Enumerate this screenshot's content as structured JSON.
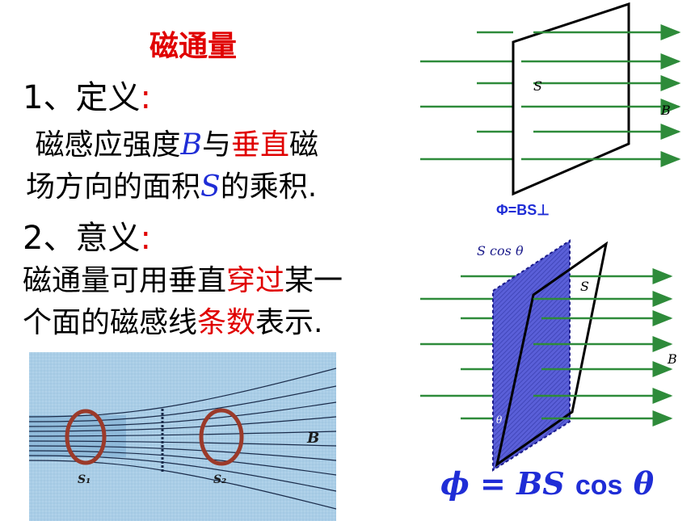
{
  "title": "磁通量",
  "section1": {
    "heading": "1、定义",
    "colon": ":",
    "line1_a": "磁感应强度",
    "line1_B": "B",
    "line1_b": "与",
    "line1_red": "垂直",
    "line1_c": "磁",
    "line2_a": "场方向的面积",
    "line2_S": "S",
    "line2_b": "的乘积."
  },
  "section2": {
    "heading": "2、意义",
    "colon": ":",
    "line1_a": "磁通量可用垂直",
    "line1_red": "穿过",
    "line1_b": "某一",
    "line2_a": "个面的磁感线",
    "line2_red": "条数",
    "line2_b": "表示."
  },
  "photo": {
    "label_s1": "S₁",
    "label_s2": "S₂",
    "label_b": "B"
  },
  "diagram1": {
    "label_s": "S",
    "label_b": "B",
    "formula": "Φ=BS⊥"
  },
  "diagram2": {
    "label_scos": "S cos θ",
    "label_s": "S",
    "label_b": "B",
    "label_theta": "θ"
  },
  "formula2": {
    "lhs": "ϕ = BS ",
    "cos": "cos",
    "theta": " θ"
  },
  "colors": {
    "arrow_green": "#2e8b3a",
    "red": "#e00000",
    "blue": "#1f2dd6",
    "photo_bg": "#a9cde6"
  }
}
